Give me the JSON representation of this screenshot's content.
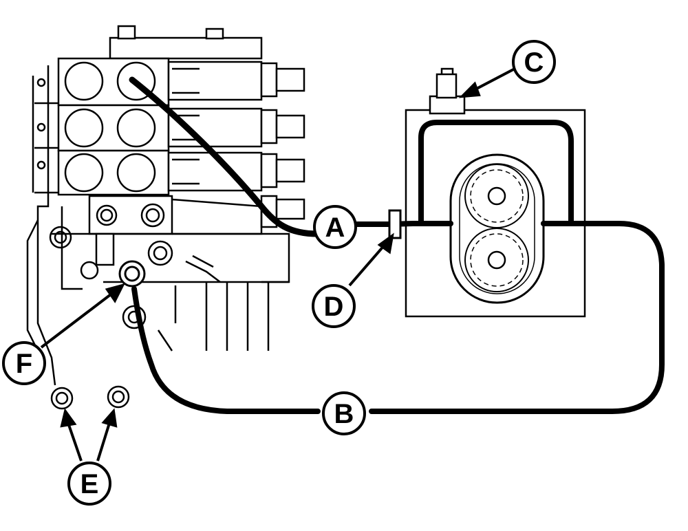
{
  "diagram": {
    "colors": {
      "ink": "#000000",
      "paper": "#ffffff"
    },
    "callouts": {
      "A": "A",
      "B": "B",
      "C": "C",
      "D": "D",
      "E": "E",
      "F": "F"
    }
  }
}
